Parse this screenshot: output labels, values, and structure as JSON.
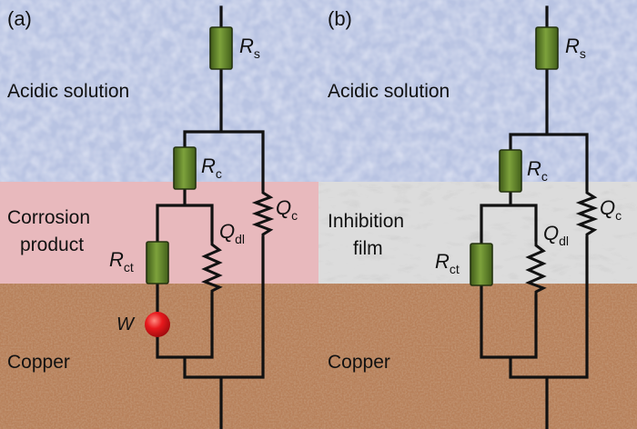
{
  "panels": [
    {
      "id": "a",
      "label": "(a)",
      "layers": {
        "solution": "Acidic solution",
        "middle_line1": "Corrosion",
        "middle_line2": "product",
        "metal": "Copper"
      },
      "components": {
        "rs": {
          "sym": "R",
          "sub": "s"
        },
        "rc": {
          "sym": "R",
          "sub": "c"
        },
        "qc": {
          "sym": "Q",
          "sub": "c"
        },
        "qdl": {
          "sym": "Q",
          "sub": "dl"
        },
        "rct": {
          "sym": "R",
          "sub": "ct"
        },
        "w": {
          "sym": "W"
        }
      }
    },
    {
      "id": "b",
      "label": "(b)",
      "layers": {
        "solution": "Acidic solution",
        "middle_line1": "Inhibition",
        "middle_line2": "film",
        "metal": "Copper"
      },
      "components": {
        "rs": {
          "sym": "R",
          "sub": "s"
        },
        "rc": {
          "sym": "R",
          "sub": "c"
        },
        "qc": {
          "sym": "Q",
          "sub": "c"
        },
        "qdl": {
          "sym": "Q",
          "sub": "dl"
        },
        "rct": {
          "sym": "R",
          "sub": "ct"
        }
      }
    }
  ],
  "colors": {
    "solution": "#b8c3e2",
    "corrosion_product": "#e8b9bd",
    "inhibition_film": "#dcdcdc",
    "copper": "#b7805a",
    "resistor": "#5a7a28",
    "warburg": "#e0161a"
  }
}
